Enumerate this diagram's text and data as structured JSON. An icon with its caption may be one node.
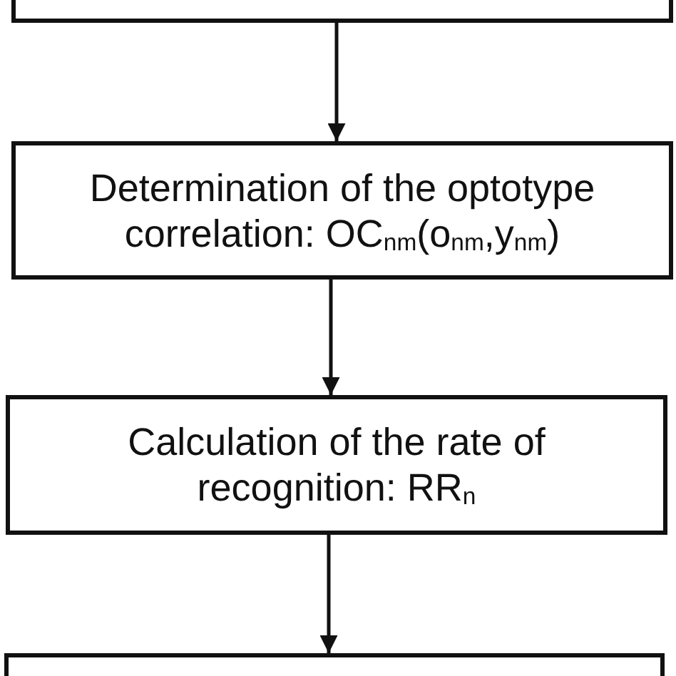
{
  "diagram": {
    "nodes": [
      {
        "text": [],
        "shape": "box"
      },
      {
        "text": [
          "Determination of the optotype correlation: OC$_{nm}$(o$_{nm}$,y$_{nm}$)"
        ]
      },
      {
        "text": [
          "Calculation of the rate of recognition: RR$_{n}$"
        ]
      },
      {
        "text": [],
        "shape": "box"
      }
    ],
    "edges": [
      {
        "from": 0,
        "to": 1,
        "arrow": "to"
      },
      {
        "from": 1,
        "to": 2,
        "arrow": "to"
      },
      {
        "from": 2,
        "to": 3,
        "arrow": "to"
      }
    ]
  }
}
